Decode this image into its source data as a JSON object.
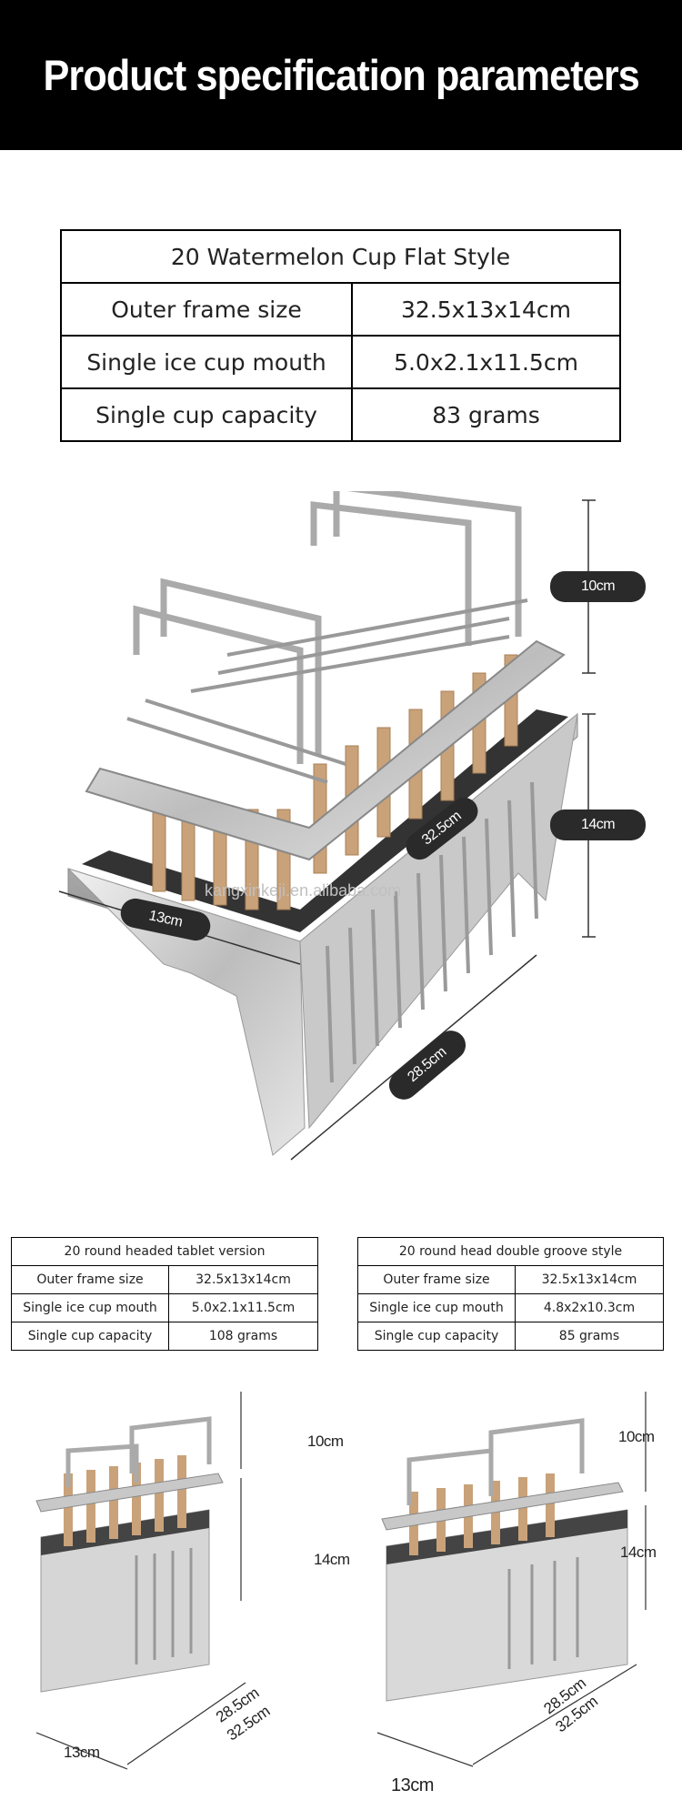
{
  "banner": {
    "title": "Product specification parameters"
  },
  "main_spec": {
    "title": "20 Watermelon Cup Flat Style",
    "rows": [
      {
        "label": "Outer frame size",
        "value": "32.5x13x14cm"
      },
      {
        "label": "Single ice cup mouth",
        "value": "5.0x2.1x11.5cm"
      },
      {
        "label": "Single cup capacity",
        "value": "83 grams"
      }
    ]
  },
  "main_photo": {
    "dims": {
      "height_handle": "10cm",
      "height_body": "14cm",
      "length_top": "32.5cm",
      "width": "13cm",
      "length_bottom": "28.5cm"
    },
    "watermark": "kangxinkeji.en.alibaba.com"
  },
  "left_spec": {
    "title": "20 round headed tablet version",
    "rows": [
      {
        "label": "Outer frame size",
        "value": "32.5x13x14cm"
      },
      {
        "label": "Single ice cup mouth",
        "value": "5.0x2.1x11.5cm"
      },
      {
        "label": "Single cup capacity",
        "value": "108 grams"
      }
    ]
  },
  "right_spec": {
    "title": "20 round head double groove style",
    "rows": [
      {
        "label": "Outer frame size",
        "value": "32.5x13x14cm"
      },
      {
        "label": "Single ice cup mouth",
        "value": "4.8x2x10.3cm"
      },
      {
        "label": "Single cup capacity",
        "value": "85 grams"
      }
    ]
  },
  "left_photo": {
    "dims": {
      "h1": "10cm",
      "h2": "14cm",
      "l1": "28.5cm",
      "l2": "32.5cm",
      "w": "13cm"
    }
  },
  "right_photo": {
    "dims": {
      "h1": "10cm",
      "h2": "14cm",
      "l1": "28.5cm",
      "l2": "32.5cm",
      "w": "13cm"
    }
  }
}
